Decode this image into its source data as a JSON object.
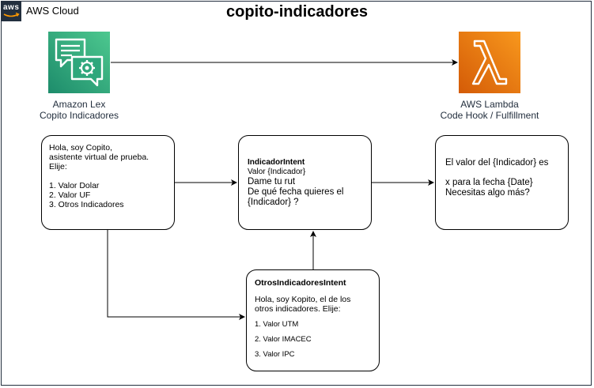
{
  "title": "copito-indicadores",
  "aws_cloud_label": "AWS Cloud",
  "aws_badge_text": "aws",
  "services": {
    "lex": {
      "line1": "Amazon Lex",
      "line2": "Copito Indicadores",
      "icon": "lex-chat-icon",
      "color": "#1d8c6b"
    },
    "lambda": {
      "line1": "AWS Lambda",
      "line2": "Code Hook / Fulfillment",
      "icon": "lambda-icon",
      "color": "#e8730c"
    }
  },
  "boxes": {
    "greeting": {
      "lines": [
        "Hola, soy Copito,",
        "asistente virtual de prueba.",
        "Elije:"
      ],
      "options": [
        "1. Valor Dolar",
        "2. Valor UF",
        "3. Otros Indicadores"
      ]
    },
    "indicador_intent": {
      "name": "IndicadorIntent",
      "slot": "Valor {Indicador}",
      "prompt1": "Dame tu rut",
      "prompt2": "De qué fecha quieres el",
      "prompt3": "{Indicador} ?"
    },
    "response": {
      "line1": "El valor del {Indicador} es",
      "line2": "x para la fecha {Date}",
      "line3": "Necesitas algo más?"
    },
    "otros_intent": {
      "name": "OtrosIndicadoresIntent",
      "intro1": "Hola, soy Kopito, el de los",
      "intro2": "otros indicadores. Elije:",
      "options": [
        "1. Valor UTM",
        "2. Valor IMACEC",
        "3. Valor IPC"
      ]
    }
  }
}
